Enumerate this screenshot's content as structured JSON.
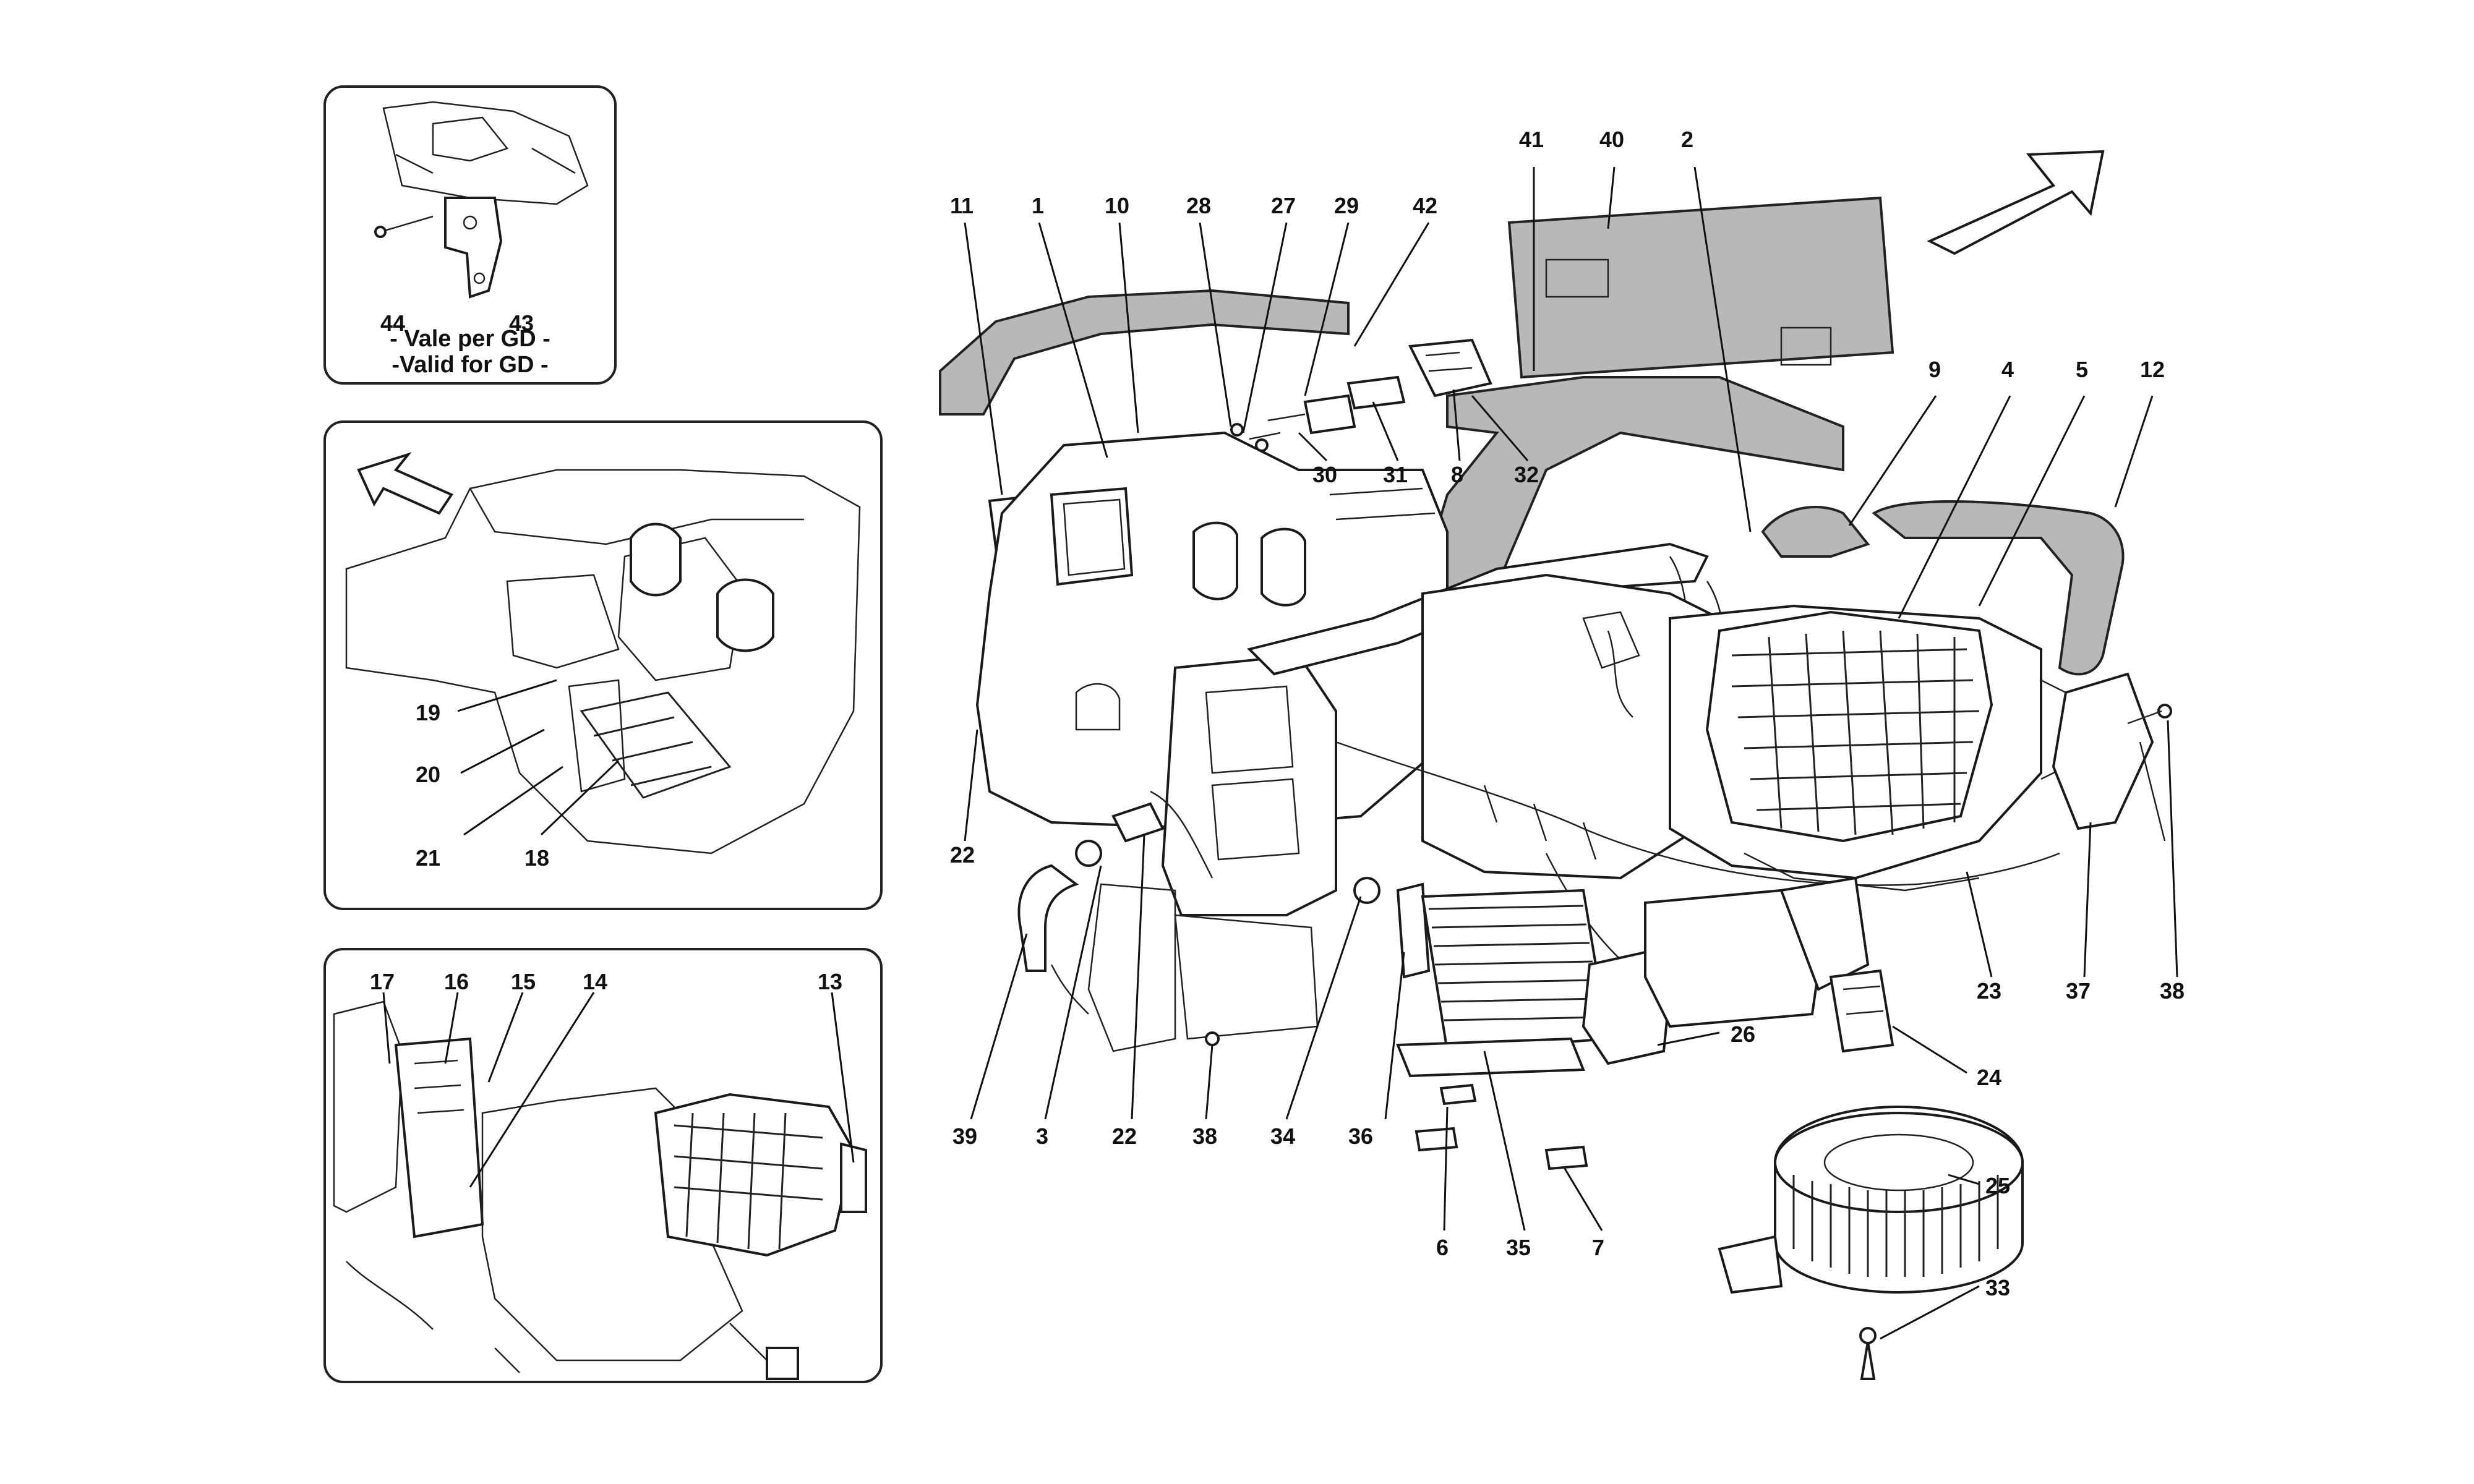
{
  "insets": {
    "gd_note": {
      "line1": "- Vale per GD -",
      "line2": "-Valid for GD -"
    }
  },
  "callouts": [
    {
      "id": "c44",
      "text": "44"
    },
    {
      "id": "c43",
      "text": "43"
    },
    {
      "id": "c19",
      "text": "19"
    },
    {
      "id": "c20",
      "text": "20"
    },
    {
      "id": "c21",
      "text": "21"
    },
    {
      "id": "c18",
      "text": "18"
    },
    {
      "id": "c17",
      "text": "17"
    },
    {
      "id": "c16",
      "text": "16"
    },
    {
      "id": "c15",
      "text": "15"
    },
    {
      "id": "c14",
      "text": "14"
    },
    {
      "id": "c13",
      "text": "13"
    },
    {
      "id": "c11",
      "text": "11"
    },
    {
      "id": "c1",
      "text": "1"
    },
    {
      "id": "c10",
      "text": "10"
    },
    {
      "id": "c28",
      "text": "28"
    },
    {
      "id": "c27",
      "text": "27"
    },
    {
      "id": "c29",
      "text": "29"
    },
    {
      "id": "c42",
      "text": "42"
    },
    {
      "id": "c41",
      "text": "41"
    },
    {
      "id": "c40",
      "text": "40"
    },
    {
      "id": "c2",
      "text": "2"
    },
    {
      "id": "c30",
      "text": "30"
    },
    {
      "id": "c31",
      "text": "31"
    },
    {
      "id": "c8",
      "text": "8"
    },
    {
      "id": "c32",
      "text": "32"
    },
    {
      "id": "c9",
      "text": "9"
    },
    {
      "id": "c4",
      "text": "4"
    },
    {
      "id": "c5",
      "text": "5"
    },
    {
      "id": "c12",
      "text": "12"
    },
    {
      "id": "c22a",
      "text": "22"
    },
    {
      "id": "c39",
      "text": "39"
    },
    {
      "id": "c3",
      "text": "3"
    },
    {
      "id": "c22b",
      "text": "22"
    },
    {
      "id": "c38a",
      "text": "38"
    },
    {
      "id": "c34",
      "text": "34"
    },
    {
      "id": "c36",
      "text": "36"
    },
    {
      "id": "c6",
      "text": "6"
    },
    {
      "id": "c35",
      "text": "35"
    },
    {
      "id": "c7",
      "text": "7"
    },
    {
      "id": "c26",
      "text": "26"
    },
    {
      "id": "c23",
      "text": "23"
    },
    {
      "id": "c37",
      "text": "37"
    },
    {
      "id": "c38b",
      "text": "38"
    },
    {
      "id": "c24",
      "text": "24"
    },
    {
      "id": "c25",
      "text": "25"
    },
    {
      "id": "c33",
      "text": "33"
    }
  ],
  "icons": {
    "direction_arrow_main": "arrow-up-right-icon",
    "direction_arrow_inset": "arrow-up-left-icon"
  }
}
